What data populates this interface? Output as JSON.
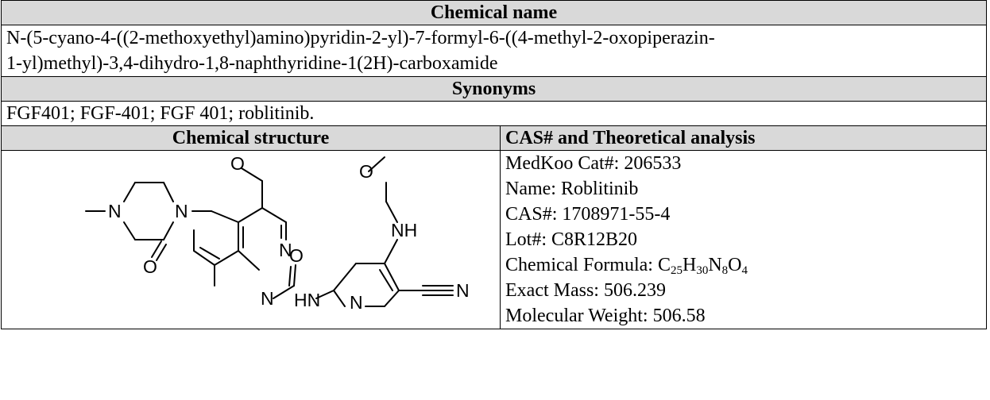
{
  "sections": {
    "chemical_name": {
      "header": "Chemical name",
      "line1": "N-(5-cyano-4-((2-methoxyethyl)amino)pyridin-2-yl)-7-formyl-6-((4-methyl-2-oxopiperazin-",
      "line2": "1-yl)methyl)-3,4-dihydro-1,8-naphthyridine-1(2H)-carboxamide"
    },
    "synonyms": {
      "header": "Synonyms",
      "value": "FGF401; FGF-401; FGF 401; roblitinib."
    },
    "structure": {
      "header": "Chemical structure",
      "atoms": {
        "n_methyl": "N",
        "n_piperazine": "N",
        "o_ketone": "O",
        "o_aldehyde": "O",
        "n_ring": "N",
        "n_amide": "N",
        "o_amide": "O",
        "hn": "HN",
        "n_pyridine": "N",
        "nh": "NH",
        "o_methoxy": "O",
        "n_nitrile": "N"
      }
    },
    "analysis": {
      "header": "CAS# and Theoretical analysis",
      "cat": "MedKoo Cat#: 206533",
      "name": "Name: Roblitinib",
      "cas": "CAS#: 1708971-55-4",
      "lot": "Lot#: C8R12B20",
      "formula_label": "Chemical Formula: ",
      "formula": {
        "c": "C",
        "c_n": "25",
        "h": "H",
        "h_n": "30",
        "n": "N",
        "n_n": "8",
        "o": "O",
        "o_n": "4"
      },
      "exact_mass": "Exact Mass: 506.239",
      "mol_weight": "Molecular Weight: 506.58"
    }
  }
}
